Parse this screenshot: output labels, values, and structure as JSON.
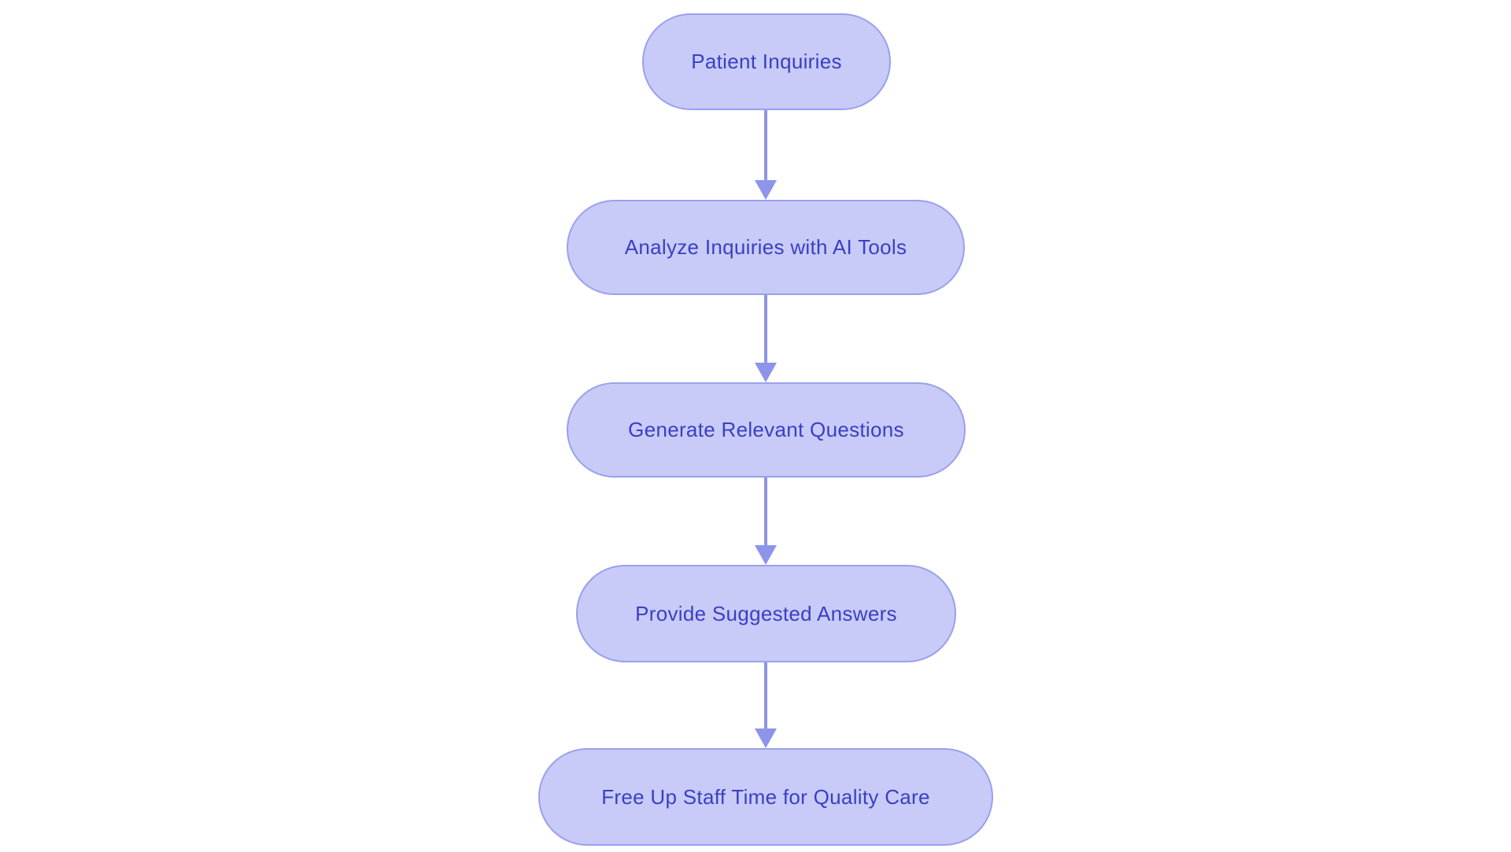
{
  "flowchart": {
    "type": "flowchart",
    "direction": "top-down",
    "colors": {
      "page_bg": "#ffffff",
      "node_fill": "#c8cbf7",
      "node_border": "#9aa0ed",
      "text_color": "#3a3fc5",
      "arrow_color": "#8d94ea"
    },
    "nodes": [
      {
        "id": "patient-inquiries",
        "label": "Patient Inquiries"
      },
      {
        "id": "analyze-inquiries-with-ai-tools",
        "label": "Analyze Inquiries with AI Tools"
      },
      {
        "id": "generate-relevant-questions",
        "label": "Generate Relevant Questions"
      },
      {
        "id": "provide-suggested-answers",
        "label": "Provide Suggested Answers"
      },
      {
        "id": "free-up-staff-time-for-quality-care",
        "label": "Free Up Staff Time for Quality Care"
      }
    ],
    "edges": [
      {
        "from": "patient-inquiries",
        "to": "analyze-inquiries-with-ai-tools"
      },
      {
        "from": "analyze-inquiries-with-ai-tools",
        "to": "generate-relevant-questions"
      },
      {
        "from": "generate-relevant-questions",
        "to": "provide-suggested-answers"
      },
      {
        "from": "provide-suggested-answers",
        "to": "free-up-staff-time-for-quality-care"
      }
    ]
  }
}
